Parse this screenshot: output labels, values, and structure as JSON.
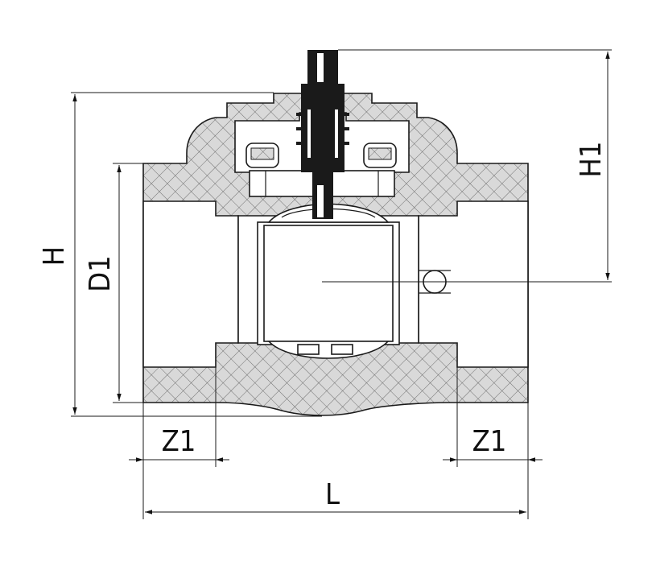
{
  "dimensions": {
    "H": "H",
    "D1": "D1",
    "H1": "H1",
    "Z1_left": "Z1",
    "Z1_right": "Z1",
    "L": "L"
  }
}
